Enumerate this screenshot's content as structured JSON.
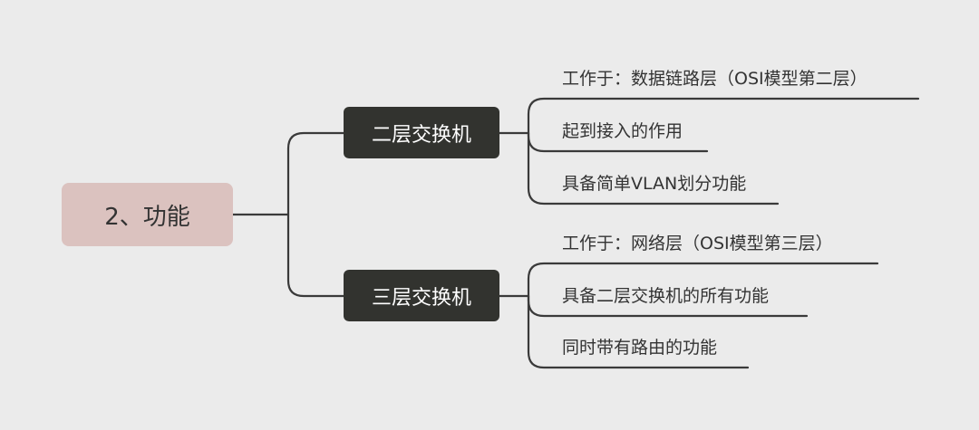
{
  "root": {
    "label": "2、功能"
  },
  "branches": [
    {
      "label": "二层交换机",
      "leaves": [
        "工作于：数据链路层（OSI模型第二层）",
        "起到接入的作用",
        "具备简单VLAN划分功能"
      ]
    },
    {
      "label": "三层交换机",
      "leaves": [
        "工作于：网络层（OSI模型第三层）",
        "具备二层交换机的所有功能",
        "同时带有路由的功能"
      ]
    }
  ],
  "colors": {
    "background": "#ebebeb",
    "root_fill": "#dbc2bf",
    "branch_fill": "#32332f",
    "connector": "#3a3a3a"
  }
}
